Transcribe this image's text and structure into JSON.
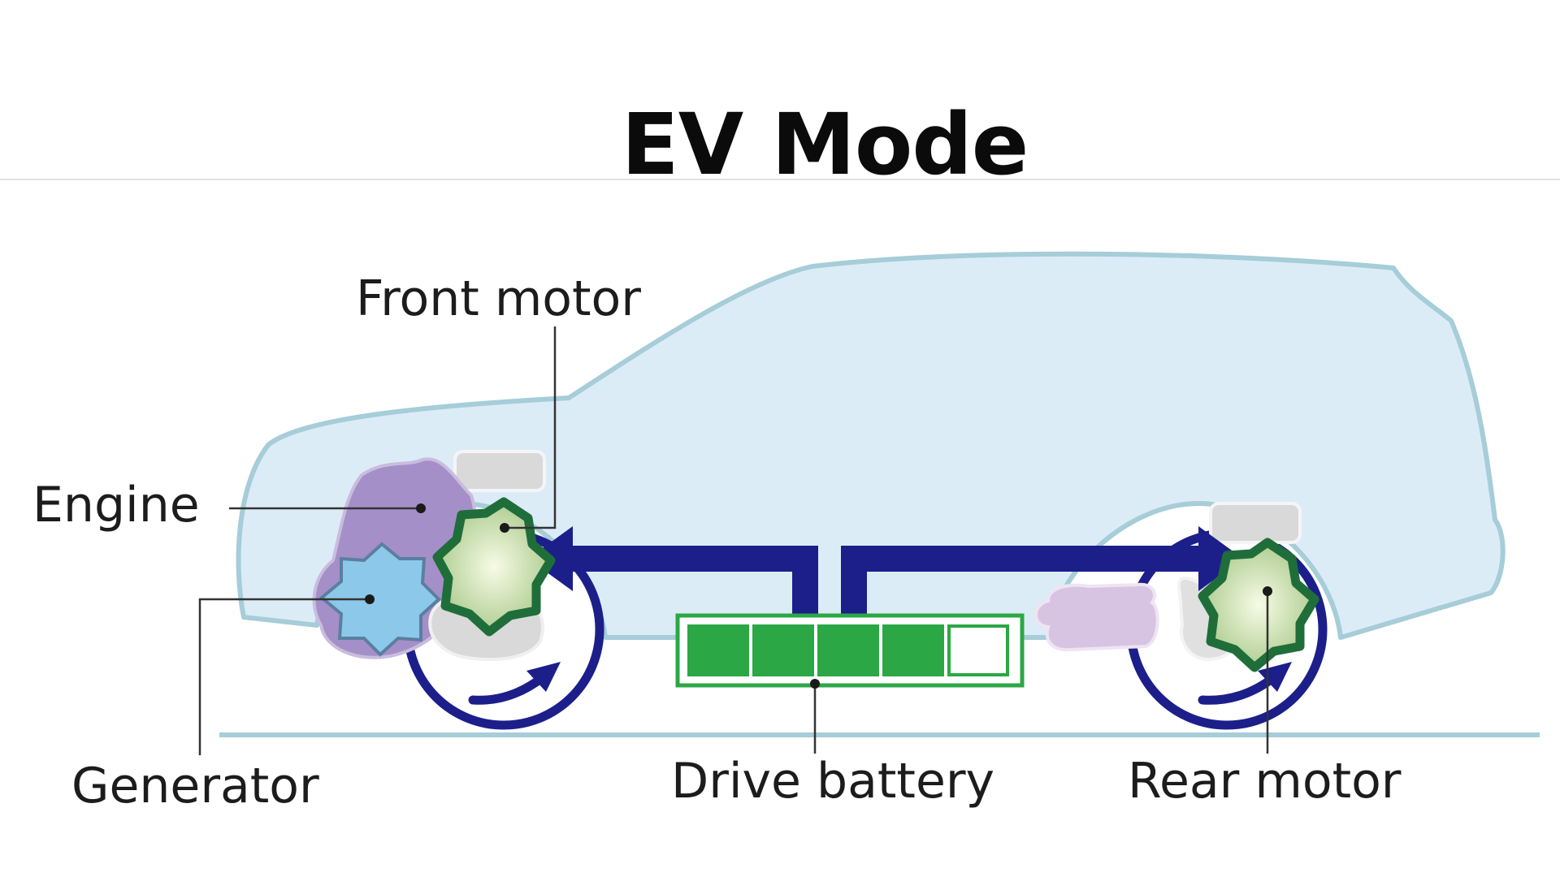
{
  "title": "EV Mode",
  "labels": {
    "front_motor": "Front motor",
    "engine": "Engine",
    "generator": "Generator",
    "drive_battery": "Drive battery",
    "rear_motor": "Rear motor"
  },
  "battery": {
    "cells_total": 5,
    "cells_filled": 4
  },
  "colors": {
    "car_body_fill": "#dcecf7",
    "car_body_outline": "#a6cdd8",
    "power_flow": "#1c1f8a",
    "battery_green": "#2ca745",
    "motor_green": "#1f6e3a",
    "engine_purple": "#a58fc8",
    "generator_blue": "#8cc8ea",
    "component_gray": "#d9d9d9"
  }
}
